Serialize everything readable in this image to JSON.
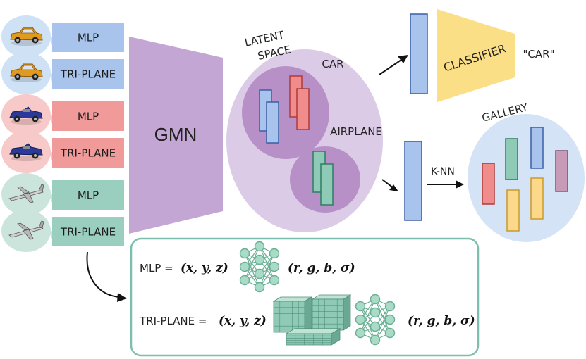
{
  "inputs": [
    {
      "label": "MLP",
      "color": "#a8c4ec",
      "object": "car",
      "bubble": "#cfe1f5"
    },
    {
      "label": "TRI-PLANE",
      "color": "#a8c4ec",
      "object": "car",
      "bubble": "#cfe1f5"
    },
    {
      "label": "MLP",
      "color": "#f09a9a",
      "object": "convertible",
      "bubble": "#f7c9c9"
    },
    {
      "label": "TRI-PLANE",
      "color": "#f09a9a",
      "object": "convertible",
      "bubble": "#f7c9c9"
    },
    {
      "label": "MLP",
      "color": "#9acfbf",
      "object": "airplane",
      "bubble": "#cbe5dd"
    },
    {
      "label": "TRI-PLANE",
      "color": "#9acfbf",
      "object": "airplane",
      "bubble": "#cbe5dd"
    }
  ],
  "gmn": {
    "label": "GMN",
    "color": "#c4a6d4"
  },
  "latent": {
    "title_line1": "LATENT",
    "title_line2": "SPACE",
    "car_label": "CAR",
    "airplane_label": "AIRPLANE",
    "outer_color": "#dccbe6",
    "cluster_color": "#b690c6"
  },
  "classifier": {
    "label": "CLASSIFIER",
    "output": "\"CAR\"",
    "color": "#fbdf86"
  },
  "knn": {
    "label": "K-NN"
  },
  "gallery": {
    "label": "GALLERY",
    "color": "#d5e3f6"
  },
  "legend": {
    "mlp_prefix": "MLP =",
    "triplane_prefix": "TRI-PLANE =",
    "input": "(x, y, z)",
    "output": "(r, g, b, σ)",
    "border_color": "#7dbfae",
    "net_color": "#a8dcc6"
  },
  "colors": {
    "blue": "#a8c4ec",
    "blue_stroke": "#3a5fa8",
    "red": "#f08c8c",
    "red_stroke": "#b03a3a",
    "green": "#8fcab6",
    "green_stroke": "#2e7d66",
    "yellow": "#fcd98a",
    "yellow_stroke": "#c99a2a",
    "purple": "#c79ab8",
    "purple_stroke": "#7d4f72"
  }
}
